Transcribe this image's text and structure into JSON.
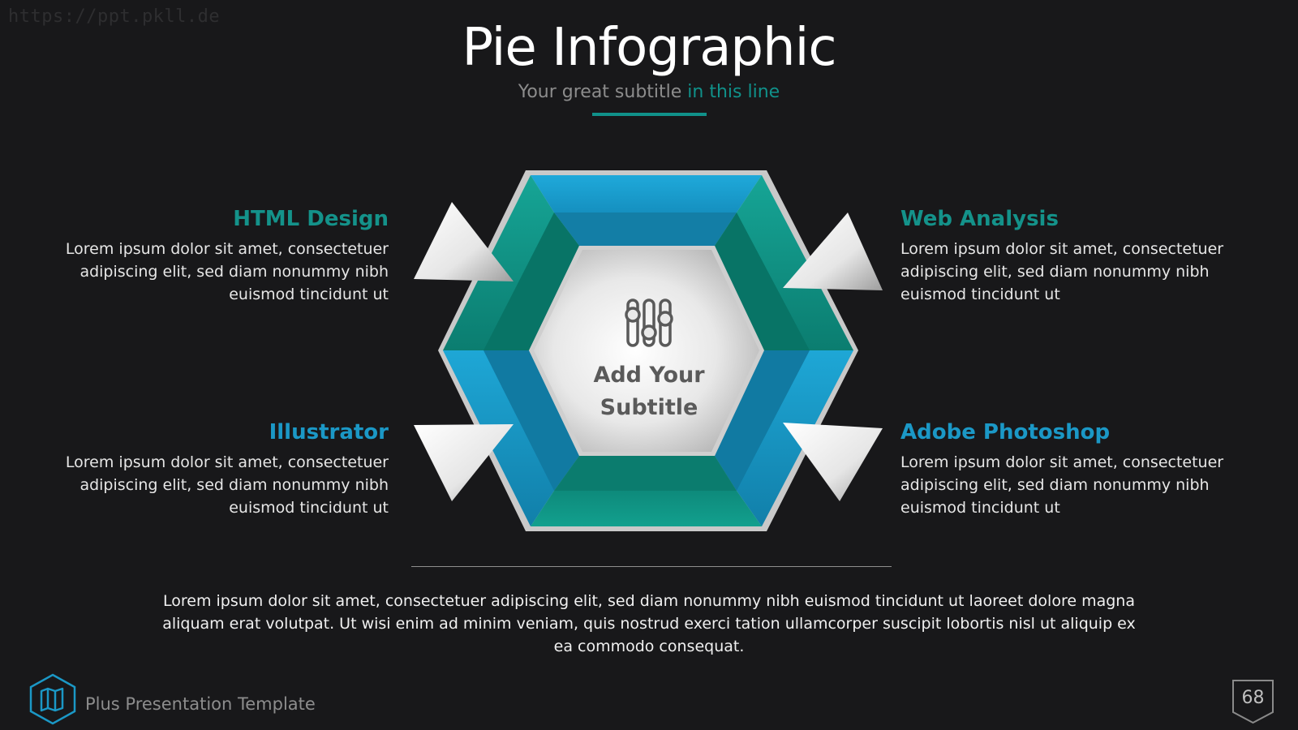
{
  "watermark": "https://ppt.pkll.de",
  "header": {
    "title": "Pie Infographic",
    "subtitle_plain": "Your great subtitle ",
    "subtitle_accent": "in this line"
  },
  "diagram": {
    "center_label_line1": "Add Your",
    "center_label_line2": "Subtitle",
    "center_icon": "sliders-icon",
    "segments": [
      {
        "name": "HTML Design",
        "color": "#10918a",
        "position": "top-left"
      },
      {
        "name": "Web Analysis",
        "color": "#10918a",
        "position": "top-right"
      },
      {
        "name": "Illustrator",
        "color": "#1b98c6",
        "position": "bottom-left"
      },
      {
        "name": "Adobe Photoshop",
        "color": "#1b98c6",
        "position": "bottom-right"
      }
    ]
  },
  "blocks": [
    {
      "title": "HTML Design",
      "text": "Lorem ipsum dolor sit amet, consectetuer adipiscing elit, sed diam nonummy nibh euismod tincidunt ut"
    },
    {
      "title": "Illustrator",
      "text": "Lorem ipsum dolor sit amet, consectetuer adipiscing elit, sed diam nonummy nibh euismod tincidunt ut"
    },
    {
      "title": "Web Analysis",
      "text": "Lorem ipsum dolor sit amet, consectetuer adipiscing elit, sed diam nonummy nibh euismod tincidunt ut"
    },
    {
      "title": "Adobe Photoshop",
      "text": "Lorem ipsum dolor sit amet, consectetuer adipiscing elit, sed diam nonummy nibh euismod tincidunt ut"
    }
  ],
  "paragraph": "Lorem ipsum dolor sit amet, consectetuer adipiscing elit, sed diam nonummy nibh euismod tincidunt ut laoreet dolore magna aliquam erat volutpat. Ut wisi enim ad minim veniam, quis nostrud exerci tation ullamcorper suscipit lobortis nisl ut aliquip ex ea commodo consequat.",
  "footer": {
    "label": "Plus Presentation Template",
    "icon": "map-icon",
    "page_number": "68"
  },
  "colors": {
    "background": "#18181a",
    "teal": "#10918a",
    "blue": "#1b98c6",
    "text": "#ffffff"
  }
}
